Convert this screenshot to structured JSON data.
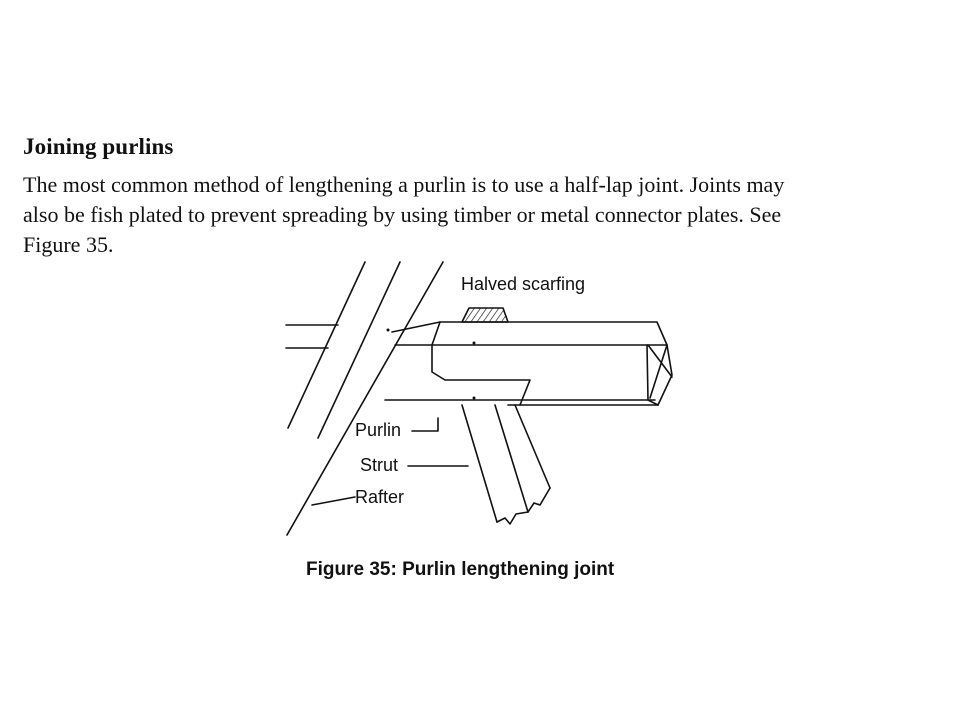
{
  "section": {
    "heading": "Joining purlins",
    "paragraph_lines": [
      "The most common method of lengthening a purlin is to use a half-lap joint. Joints may",
      "also be fish plated to prevent spreading by using timber or metal connector plates. See",
      "Figure 35."
    ]
  },
  "figure": {
    "labels": {
      "halved_scarfing": "Halved scarfing",
      "purlin": "Purlin",
      "strut": "Strut",
      "rafter": "Rafter"
    },
    "caption": "Figure 35: Purlin lengthening joint"
  }
}
